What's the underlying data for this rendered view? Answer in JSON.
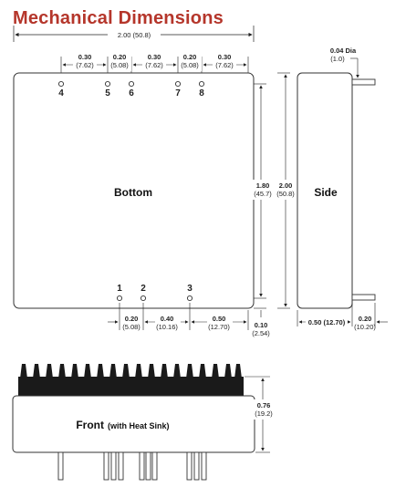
{
  "title": "Mechanical Dimensions",
  "views": {
    "bottom": "Bottom",
    "side": "Side",
    "front": "Front",
    "front_note": "(with Heat Sink)"
  },
  "dimensions": {
    "overall_width": "2.00 (50.8)",
    "pin_dia": "0.04 Dia",
    "pin_dia_mm": "(1.0)",
    "top_spacings": [
      {
        "in": "0.30",
        "mm": "(7.62)"
      },
      {
        "in": "0.20",
        "mm": "(5.08)"
      },
      {
        "in": "0.30",
        "mm": "(7.62)"
      },
      {
        "in": "0.20",
        "mm": "(5.08)"
      },
      {
        "in": "0.30",
        "mm": "(7.62)"
      }
    ],
    "bottom_spacings": [
      {
        "in": "0.20",
        "mm": "(5.08)"
      },
      {
        "in": "0.40",
        "mm": "(10.16)"
      },
      {
        "in": "0.50",
        "mm": "(12.70)"
      }
    ],
    "pin_row_height": {
      "in": "1.80",
      "mm": "(45.7)"
    },
    "overall_height": {
      "in": "2.00",
      "mm": "(50.8)"
    },
    "edge_offset": {
      "in": "0.10",
      "mm": "(2.54)"
    },
    "side_depth": "0.50 (12.70)",
    "pin_length": {
      "in": "0.20",
      "mm": "(10.20)"
    },
    "front_height": {
      "in": "0.76",
      "mm": "(19.2)"
    }
  },
  "pins": {
    "top": [
      "4",
      "5",
      "6",
      "7",
      "8"
    ],
    "bottom": [
      "1",
      "2",
      "3"
    ]
  }
}
